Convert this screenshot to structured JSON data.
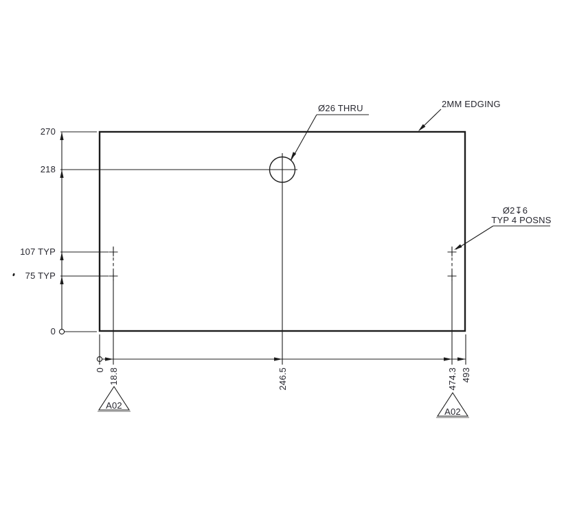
{
  "drawing": {
    "colors": {
      "background": "#ffffff",
      "line": "#1c1c1c",
      "text": "#26262e",
      "shadow": "#9a9a9a"
    },
    "callouts": {
      "large_hole": {
        "text": "Ø26 THRU"
      },
      "edging": {
        "text": "2MM EDGING"
      },
      "small_holes": {
        "line1": "Ø2↧6",
        "line2": "TYP 4 POSNS"
      }
    },
    "left_dims": [
      {
        "label": "270"
      },
      {
        "label": "218"
      },
      {
        "label": "107 TYP"
      },
      {
        "label": "75 TYP"
      },
      {
        "label": "0"
      }
    ],
    "bottom_dims": [
      {
        "label": "0"
      },
      {
        "label": "18.8"
      },
      {
        "label": "246.5"
      },
      {
        "label": "474.3"
      },
      {
        "label": "493"
      }
    ],
    "datum_tags": [
      {
        "label": "A02"
      },
      {
        "label": "A02"
      }
    ]
  }
}
